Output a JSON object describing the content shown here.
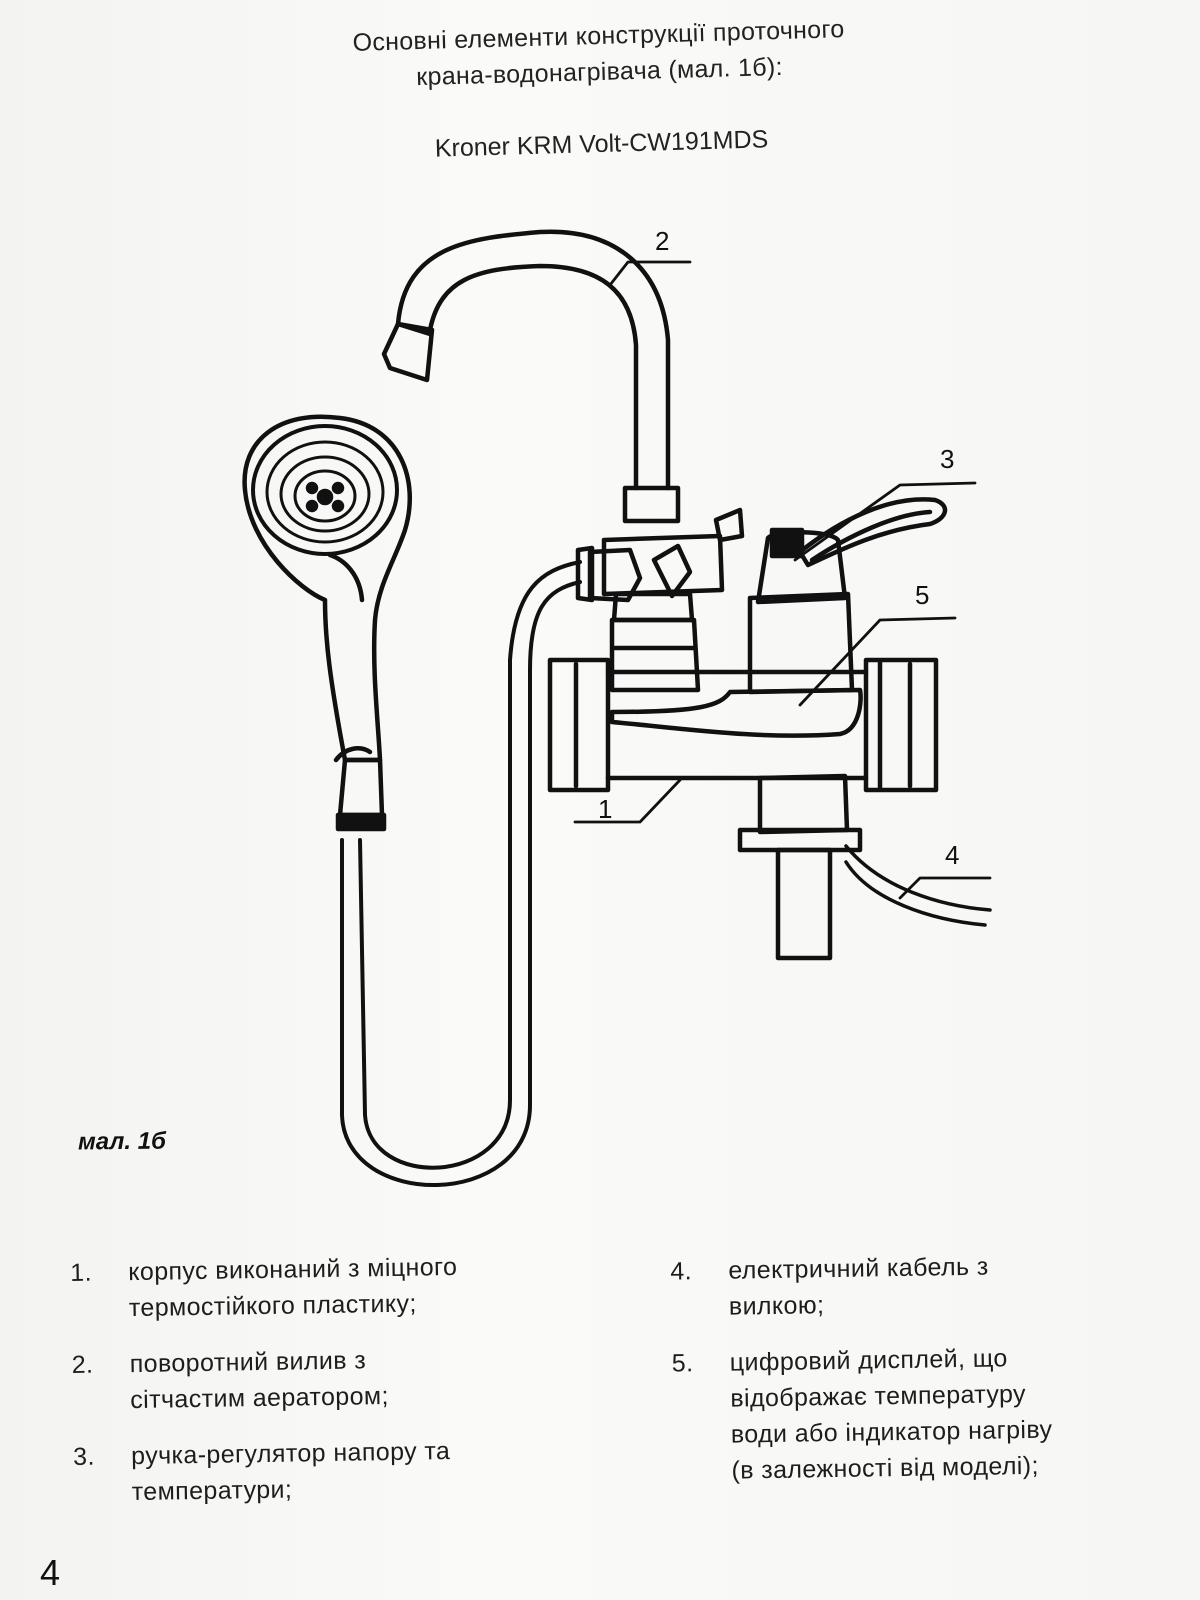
{
  "header": {
    "line1": "Основні елементи конструкції проточного",
    "line2": "крана-водонагрівача (мал. 1б):",
    "model": "Kroner KRM Volt-CW191MDS"
  },
  "diagram": {
    "callouts": [
      "2",
      "3",
      "5",
      "1",
      "4"
    ]
  },
  "caption": "мал. 1б",
  "legend": {
    "items": [
      {
        "num": "1.",
        "text_l1": "корпус виконаний з міцного",
        "text_l2": "термостійкого пластику;"
      },
      {
        "num": "2.",
        "text_l1": "поворотний вилив з",
        "text_l2": "сітчастим аератором;"
      },
      {
        "num": "3.",
        "text_l1": "ручка-регулятор напору та",
        "text_l2": "температури;"
      },
      {
        "num": "4.",
        "text_l1": "електричний кабель з",
        "text_l2": "вилкою;"
      },
      {
        "num": "5.",
        "text_l1": "цифровий дисплей, що",
        "text_l2": "відображає температуру",
        "text_l3": "води або індикатор нагріву",
        "text_l4": "(в залежності від моделі);"
      }
    ]
  },
  "page_number": "4"
}
